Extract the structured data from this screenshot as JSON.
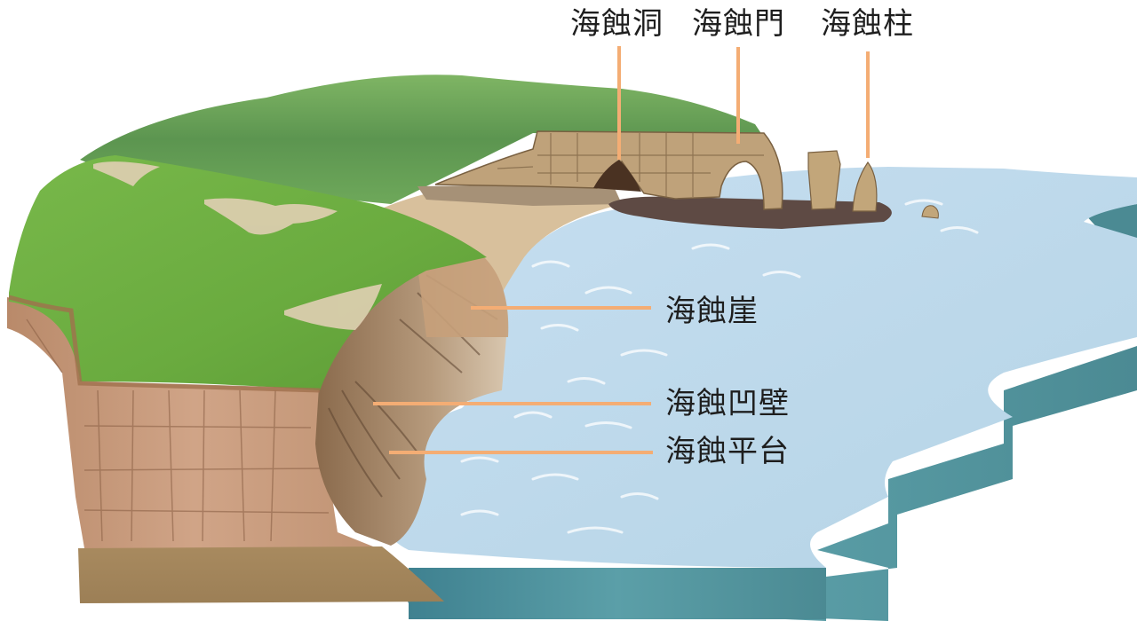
{
  "diagram": {
    "subject": "Coastal erosion landforms",
    "colors": {
      "leader_line": "#f4ad74",
      "label_text": "#1e1e1e",
      "sea_surface": "#bcd9ea",
      "sea_side": "#4e8f98",
      "grass": "#72b545",
      "hill": "#5f9a4d",
      "cliff_rock": "#c69a7b",
      "sand": "#dcc3a0",
      "sediment": "#a98c63",
      "arch_rock": "#b99d72",
      "wave_platform_dark": "#5a4640"
    },
    "labels": {
      "sea_cave": "海蝕洞",
      "sea_arch": "海蝕門",
      "sea_stack": "海蝕柱",
      "sea_cliff": "海蝕崖",
      "wave_cut_notch": "海蝕凹壁",
      "wave_cut_platform": "海蝕平台"
    }
  }
}
